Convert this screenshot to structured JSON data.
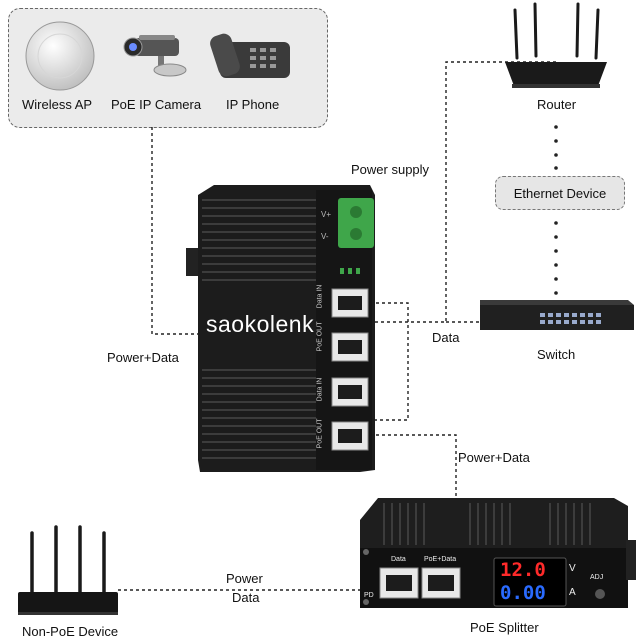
{
  "devices_panel": {
    "items": [
      {
        "label": "Wireless AP",
        "icon": "wireless-ap-icon"
      },
      {
        "label": "PoE IP Camera",
        "icon": "camera-icon"
      },
      {
        "label": "IP Phone",
        "icon": "phone-icon"
      }
    ]
  },
  "switch_unit": {
    "brand": "saokolenk",
    "power_supply_label": "Power supply",
    "port_labels": [
      "PoE OUT",
      "Data IN",
      "PoE OUT",
      "Data IN"
    ],
    "terminal_labels": [
      "V+",
      "V-"
    ]
  },
  "network": {
    "router_label": "Router",
    "ethernet_device_label": "Ethernet Device",
    "switch_label": "Switch",
    "data_label": "Data",
    "power_data_left": "Power+Data",
    "power_data_right": "Power+Data"
  },
  "splitter": {
    "label": "PoE Splitter",
    "port_data": "Data",
    "port_poe_data": "PoE+Data",
    "pd_label": "PD",
    "adj_label": "ADJ",
    "display_top": "12.0",
    "display_bottom": "0.00",
    "unit_v": "V",
    "unit_a": "A"
  },
  "non_poe": {
    "label": "Non-PoE Device",
    "link_power": "Power",
    "link_data": "Data"
  },
  "colors": {
    "panel_bg": "#ebebeb",
    "device_body": "#1c1c1c",
    "terminal_green": "#3fa64a",
    "display_red": "#ff2a2a",
    "display_blue": "#2a6bff"
  }
}
